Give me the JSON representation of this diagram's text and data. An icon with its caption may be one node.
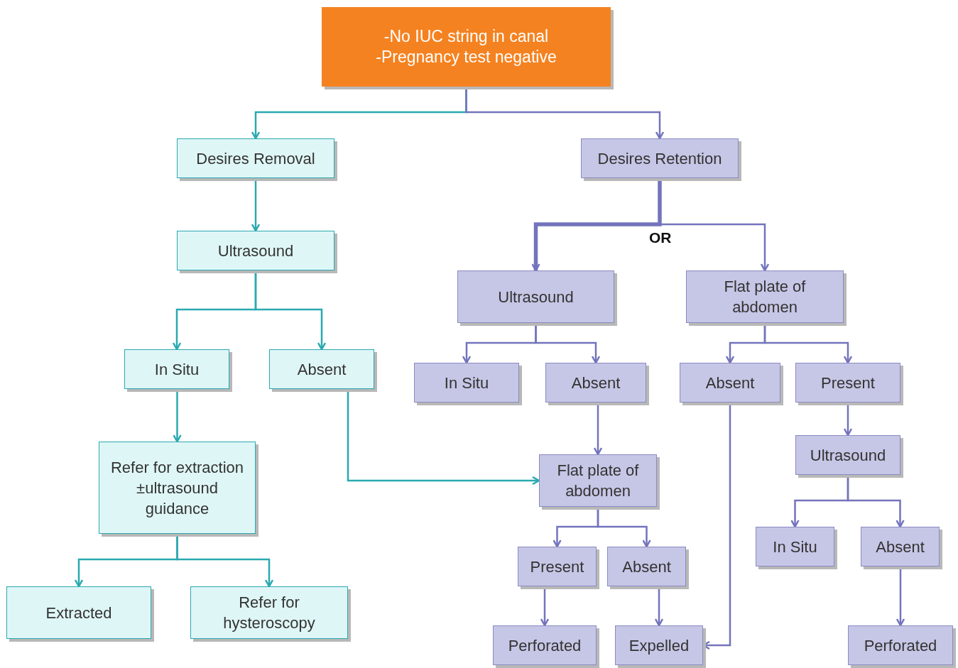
{
  "diagram": {
    "nodes": [
      {
        "text": [
          "-No IUC string in canal",
          "-Pregnancy test negative"
        ]
      },
      {
        "text": [
          "Desires Removal"
        ]
      },
      {
        "text": [
          "Desires Retention"
        ]
      },
      {
        "text": [
          "Ultrasound"
        ]
      },
      {
        "text": [
          "In Situ"
        ]
      },
      {
        "text": [
          "Absent"
        ]
      },
      {
        "text": [
          "Refer for extraction ±ultrasound guidance"
        ]
      },
      {
        "text": [
          "Extracted"
        ]
      },
      {
        "text": [
          "Refer for hysteroscopy"
        ]
      },
      {
        "text": [
          "Ultrasound"
        ]
      },
      {
        "text": [
          "Flat plate of abdomen"
        ]
      },
      {
        "text": [
          "In Situ"
        ]
      },
      {
        "text": [
          "Absent"
        ]
      },
      {
        "text": [
          "Absent"
        ]
      },
      {
        "text": [
          "Present"
        ]
      },
      {
        "text": [
          "Flat plate of abdomen"
        ]
      },
      {
        "text": [
          "Ultrasound"
        ]
      },
      {
        "text": [
          "Present"
        ]
      },
      {
        "text": [
          "Absent"
        ]
      },
      {
        "text": [
          "In Situ"
        ]
      },
      {
        "text": [
          "Absent"
        ]
      },
      {
        "text": [
          "Perforated"
        ]
      },
      {
        "text": [
          "Expelled"
        ]
      },
      {
        "text": [
          "Perforated"
        ]
      }
    ],
    "edges": [
      {
        "from": 0,
        "to": 1,
        "arrow": "to",
        "color": "#2aa9b0"
      },
      {
        "from": 0,
        "to": 2,
        "arrow": "to"
      },
      {
        "from": 1,
        "to": 3,
        "arrow": "to",
        "color": "#2aa9b0"
      },
      {
        "from": 2,
        "to": 9,
        "arrow": "to",
        "style": "thick"
      },
      {
        "from": 2,
        "to": 10,
        "arrow": "to"
      },
      {
        "from": 3,
        "to": 4,
        "arrow": "to",
        "color": "#2aa9b0"
      },
      {
        "from": 3,
        "to": 5,
        "arrow": "to",
        "color": "#2aa9b0"
      },
      {
        "from": 4,
        "to": 6,
        "arrow": "to",
        "color": "#2aa9b0"
      },
      {
        "from": 5,
        "to": 15,
        "arrow": "to",
        "color": "#2aa9b0"
      },
      {
        "from": 6,
        "to": 7,
        "arrow": "to",
        "color": "#2aa9b0"
      },
      {
        "from": 6,
        "to": 8,
        "arrow": "to",
        "color": "#2aa9b0"
      },
      {
        "from": 9,
        "to": 11,
        "arrow": "to"
      },
      {
        "from": 9,
        "to": 12,
        "arrow": "to"
      },
      {
        "from": 10,
        "to": 13,
        "arrow": "to"
      },
      {
        "from": 10,
        "to": 14,
        "arrow": "to"
      },
      {
        "from": 12,
        "to": 15,
        "arrow": "to"
      },
      {
        "from": 14,
        "to": 16,
        "arrow": "to"
      },
      {
        "from": 15,
        "to": 17,
        "arrow": "to"
      },
      {
        "from": 15,
        "to": 18,
        "arrow": "to"
      },
      {
        "from": 16,
        "to": 19,
        "arrow": "to"
      },
      {
        "from": 16,
        "to": 20,
        "arrow": "to"
      },
      {
        "from": 17,
        "to": 21,
        "arrow": "to"
      },
      {
        "from": 18,
        "to": 22,
        "arrow": "to"
      },
      {
        "from": 13,
        "to": 22,
        "arrow": "to"
      },
      {
        "from": 20,
        "to": 23,
        "arrow": "to"
      }
    ],
    "labels": [
      "OR"
    ]
  }
}
